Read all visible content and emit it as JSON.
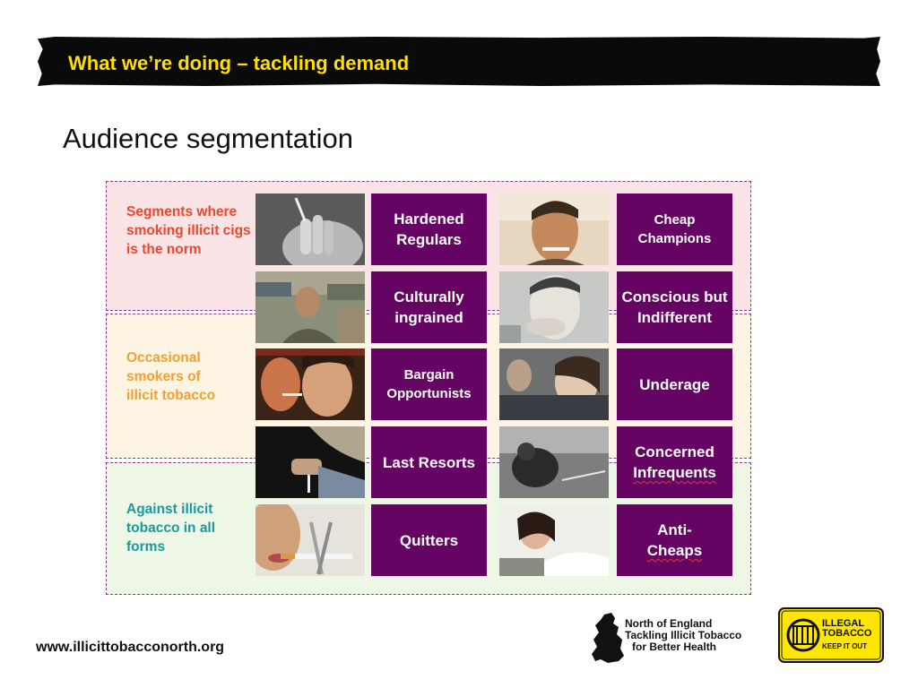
{
  "header": {
    "title": "What we’re doing – tackling demand"
  },
  "subtitle": "Audience segmentation",
  "segments": [
    {
      "label": "Segments where smoking illicit cigs is the norm",
      "color": "#e8482c"
    },
    {
      "label": "Occasional smokers of illicit tobacco",
      "color": "#f0a030"
    },
    {
      "label": "Against illicit tobacco in all forms",
      "color": "#1a9aa0"
    }
  ],
  "tiles": {
    "hardened_regulars": "Hardened Regulars",
    "cheap_champions": "Cheap Champions",
    "culturally_ingrained": "Culturally ingrained",
    "conscious_but_indifferent": "Conscious but Indifferent",
    "bargain_opportunists": "Bargain Opportunists",
    "underage": "Underage",
    "last_resorts": "Last Resorts",
    "concerned_line1": "Concerned",
    "concerned_line2": "Infrequents",
    "quitters": "Quitters",
    "anti_line1": "Anti-",
    "anti_line2": "Cheaps"
  },
  "footer": {
    "url": "www.illicittobacconorth.org",
    "org_line1": "North of England",
    "org_line2": "Tackling Illicit Tobacco",
    "org_line3": "for Better Health",
    "badge_line1": "ILLEGAL",
    "badge_line2": "TOBACCO",
    "badge_line3": "KEEP IT OUT"
  },
  "colors": {
    "tile": "#650462",
    "banner_text": "#ffde00",
    "banner": "#0a0a0a"
  },
  "icons": [
    "north-of-england-map-icon",
    "illegal-tobacco-badge-icon"
  ]
}
